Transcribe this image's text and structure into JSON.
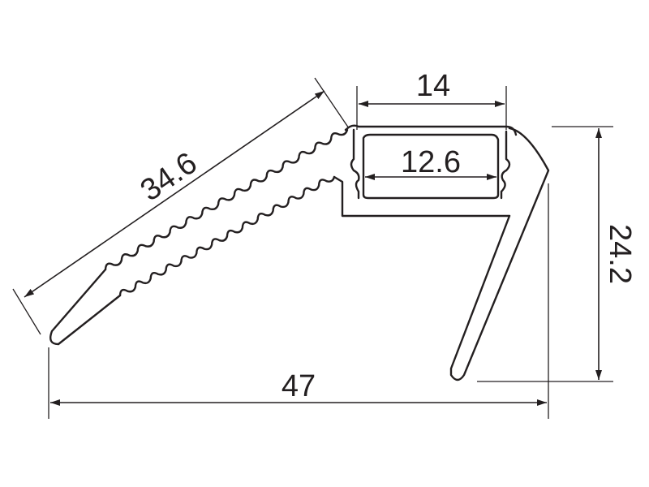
{
  "drawing": {
    "dimensions": {
      "top_width": "14",
      "inner_width": "12.6",
      "slope_length": "34.6",
      "height": "24.2",
      "total_width": "47"
    },
    "line_color": "#231f20",
    "background": "#ffffff"
  }
}
